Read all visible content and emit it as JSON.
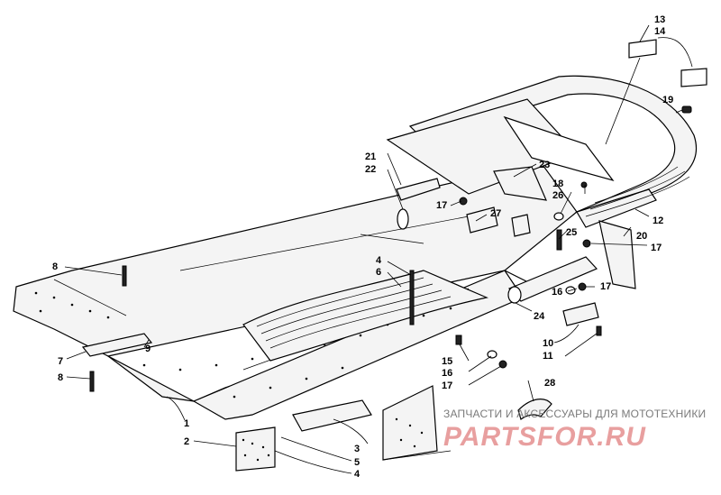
{
  "diagram": {
    "callouts": [
      {
        "id": "c13",
        "text": "13"
      },
      {
        "id": "c14",
        "text": "14"
      },
      {
        "id": "c19",
        "text": "19"
      },
      {
        "id": "c21",
        "text": "21"
      },
      {
        "id": "c22",
        "text": "22"
      },
      {
        "id": "c23",
        "text": "23"
      },
      {
        "id": "c18",
        "text": "18"
      },
      {
        "id": "c26",
        "text": "26"
      },
      {
        "id": "c17a",
        "text": "17"
      },
      {
        "id": "c27",
        "text": "27"
      },
      {
        "id": "c12",
        "text": "12"
      },
      {
        "id": "c20",
        "text": "20"
      },
      {
        "id": "c17b",
        "text": "17"
      },
      {
        "id": "c25",
        "text": "25"
      },
      {
        "id": "c8a",
        "text": "8"
      },
      {
        "id": "c4a",
        "text": "4"
      },
      {
        "id": "c6",
        "text": "6"
      },
      {
        "id": "c16a",
        "text": "16"
      },
      {
        "id": "c17c",
        "text": "17"
      },
      {
        "id": "c24",
        "text": "24"
      },
      {
        "id": "c7",
        "text": "7"
      },
      {
        "id": "c9",
        "text": "9"
      },
      {
        "id": "c8b",
        "text": "8"
      },
      {
        "id": "c10",
        "text": "10"
      },
      {
        "id": "c11",
        "text": "11"
      },
      {
        "id": "c15",
        "text": "15"
      },
      {
        "id": "c16b",
        "text": "16"
      },
      {
        "id": "c17d",
        "text": "17"
      },
      {
        "id": "c1",
        "text": "1"
      },
      {
        "id": "c28",
        "text": "28"
      },
      {
        "id": "c2",
        "text": "2"
      },
      {
        "id": "c3",
        "text": "3"
      },
      {
        "id": "c5",
        "text": "5"
      },
      {
        "id": "c4b",
        "text": "4"
      }
    ]
  },
  "watermark": {
    "caption": "ЗАПЧАСТИ И АКСЕССУАРЫ ДЛЯ МОТОТЕХНИКИ",
    "brand": "PARTSFOR.RU"
  }
}
